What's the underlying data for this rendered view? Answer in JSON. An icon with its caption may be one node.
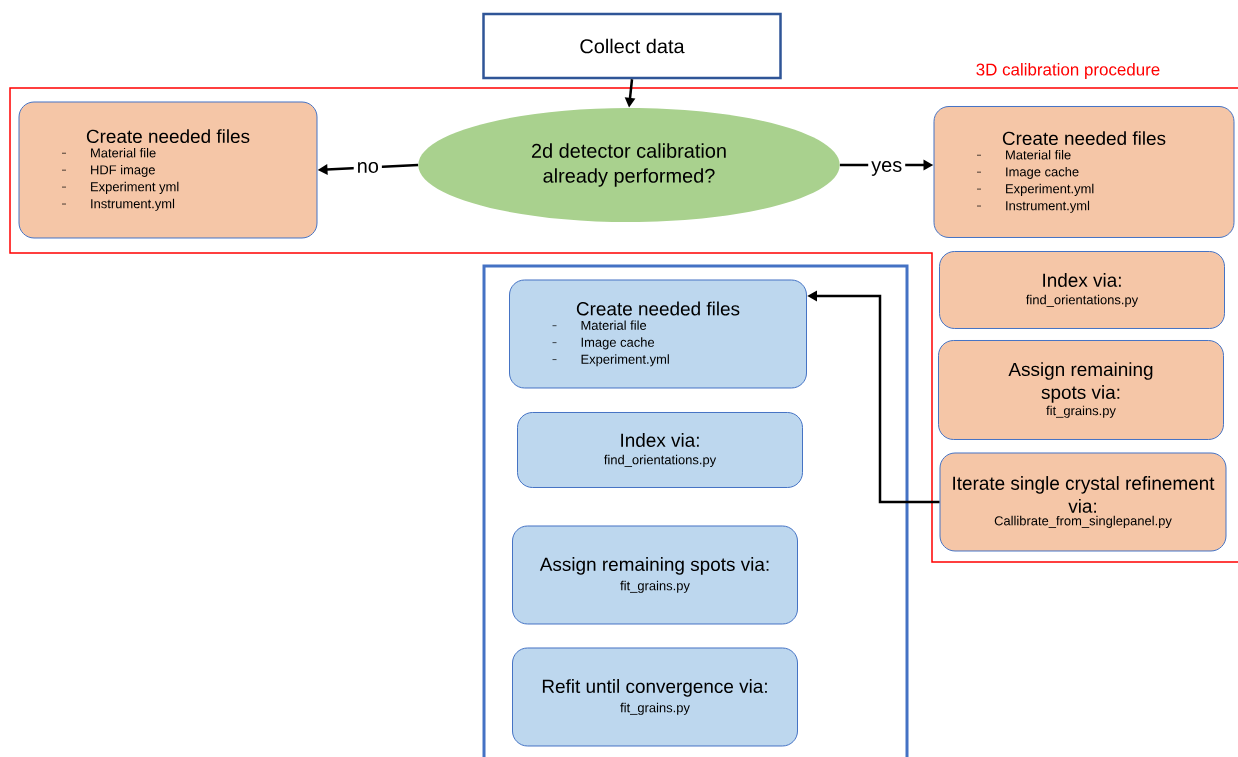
{
  "diagram": {
    "nodes": [
      {
        "text": [
          "Collect data"
        ]
      },
      {
        "text": [
          "3D calibration procedure"
        ]
      },
      {
        "text": [
          "Create needed files",
          "Material file",
          "HDF image",
          "Experiment yml",
          "Instrument.yml"
        ],
        "in": 1
      },
      {
        "text": [
          "2d detector calibration already performed?"
        ],
        "in": 1
      },
      {
        "text": [
          "Create needed files",
          "Material file",
          "Image cache",
          "Experiment.yml",
          "Instrument.yml"
        ],
        "in": 1
      },
      {
        "text": [
          "Index via:",
          "find_orientations.py"
        ],
        "in": 1
      },
      {
        "text": [
          "Assign remaining spots via:",
          "fit_grains.py"
        ],
        "in": 1
      },
      {
        "text": [
          "Iterate single crystal refinement via:",
          "Callibrate_from_singlepanel.py"
        ],
        "in": 1
      },
      {
        "text": [],
        "shape": "box"
      },
      {
        "text": [
          "Create needed files",
          "Material file",
          "Image cache",
          "Experiment.yml"
        ]
      },
      {
        "text": [
          "Index via:",
          "find_orientations.py"
        ]
      },
      {
        "text": [
          "Assign remaining spots via:",
          "fit_grains.py"
        ],
        "in": 8
      },
      {
        "text": [
          "Refit until convergence via:",
          "fit_grains.py"
        ],
        "in": 8
      }
    ],
    "edges": [
      {
        "from": 0,
        "to": 3,
        "arrow": "to"
      },
      {
        "from": 3,
        "to": 2,
        "arrow": "to",
        "label": "no"
      },
      {
        "from": 3,
        "to": 4,
        "arrow": "to",
        "label": "yes"
      },
      {
        "from": 7,
        "to": 9,
        "arrow": "to"
      }
    ]
  }
}
